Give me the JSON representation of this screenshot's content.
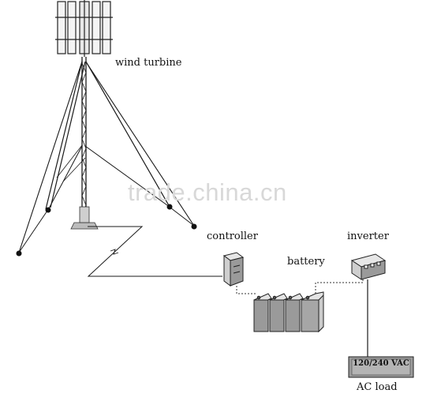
{
  "labels": {
    "wind_turbine": "wind turbine",
    "controller": "controller",
    "battery": "battery",
    "inverter": "inverter",
    "ac_load": "AC load",
    "ac_load_box": "120/240 VAC"
  },
  "watermark": "trade.china.cn",
  "colors": {
    "line": "#1a1a1a",
    "battery_fill": "#9a9a9a",
    "box_fill": "#8c8c8c",
    "watermark": "#d8d8d8"
  }
}
